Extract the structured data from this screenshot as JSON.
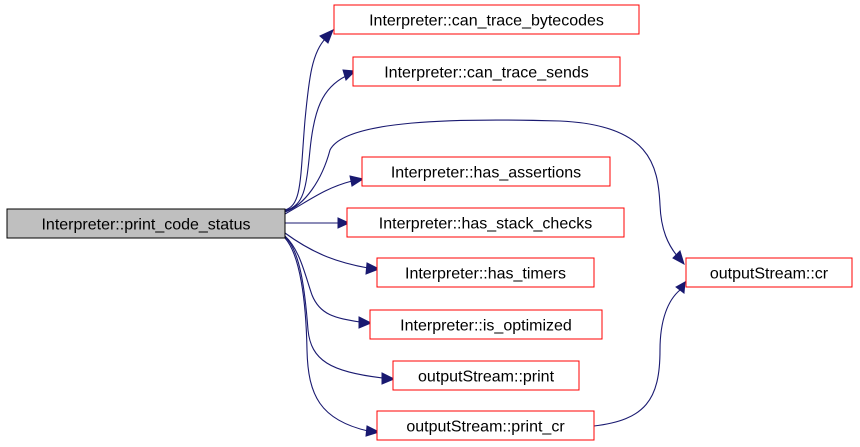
{
  "diagram": {
    "type": "call-graph",
    "colors": {
      "root_fill": "#bfbfbf",
      "root_border": "#000000",
      "node_fill": "#ffffff",
      "node_border": "#ff0000",
      "edge": "#191970"
    },
    "root": {
      "id": "root",
      "label": "Interpreter::print_code_status"
    },
    "nodes": [
      {
        "id": "can_trace_bytecodes",
        "label": "Interpreter::can_trace_bytecodes"
      },
      {
        "id": "can_trace_sends",
        "label": "Interpreter::can_trace_sends"
      },
      {
        "id": "has_assertions",
        "label": "Interpreter::has_assertions"
      },
      {
        "id": "has_stack_checks",
        "label": "Interpreter::has_stack_checks"
      },
      {
        "id": "has_timers",
        "label": "Interpreter::has_timers"
      },
      {
        "id": "is_optimized",
        "label": "Interpreter::is_optimized"
      },
      {
        "id": "print",
        "label": "outputStream::print"
      },
      {
        "id": "print_cr",
        "label": "outputStream::print_cr"
      },
      {
        "id": "cr",
        "label": "outputStream::cr"
      }
    ],
    "edges": [
      {
        "from": "root",
        "to": "can_trace_bytecodes"
      },
      {
        "from": "root",
        "to": "can_trace_sends"
      },
      {
        "from": "root",
        "to": "cr"
      },
      {
        "from": "root",
        "to": "has_assertions"
      },
      {
        "from": "root",
        "to": "has_stack_checks"
      },
      {
        "from": "root",
        "to": "has_timers"
      },
      {
        "from": "root",
        "to": "is_optimized"
      },
      {
        "from": "root",
        "to": "print"
      },
      {
        "from": "root",
        "to": "print_cr"
      },
      {
        "from": "print_cr",
        "to": "cr"
      }
    ]
  }
}
